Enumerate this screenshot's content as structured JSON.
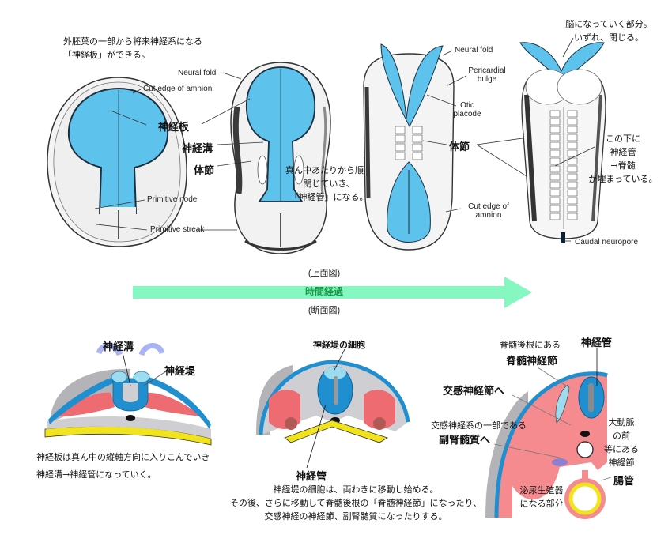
{
  "colors": {
    "neural_blue": "#5ec3ec",
    "arrow_green": "#86f7c0",
    "arrow_text_green": "#179a4a",
    "mesoderm_red": "#ef6b72",
    "ectoderm_blue": "#1f8fcf",
    "endoderm_yellow": "#f2e41c",
    "grey_tissue": "#cfcfd3"
  },
  "top_section": {
    "caption_top_view": "(上面図)",
    "stage1": {
      "note_lines": [
        "外胚葉の一部から将来神経系になる",
        "「神経板」ができる。"
      ],
      "labels": {
        "cut_edge_of_amnion": "Cut edge of amnion",
        "primitive_node": "Primitive node",
        "primitive_streak": "Primitive streak"
      }
    },
    "stage2": {
      "labels": {
        "neural_fold": "Neural fold",
        "neural_plate": "神経板",
        "neural_groove": "神経溝",
        "somite": "体節"
      },
      "note_lines": [
        "真ん中あたりから順次",
        "閉じていき、",
        "「神経管」になる。"
      ]
    },
    "stage3": {
      "labels": {
        "neural_fold": "Neural fold",
        "pericardial_bulge_1": "Pericardial",
        "pericardial_bulge_2": "bulge",
        "otic_placode_1": "Otic",
        "otic_placode_2": "placode",
        "somite": "体節",
        "cut_edge_1": "Cut edge of",
        "cut_edge_2": "amnion"
      }
    },
    "stage4": {
      "note_brain_lines": [
        "脳になっていく部分。",
        "いずれ、閉じる。"
      ],
      "note_tube_lines": [
        "この下に",
        "神経管",
        "→脊髄",
        "が埋まっている。"
      ],
      "labels": {
        "caudal_neuropore": "Caudal neuropore"
      }
    }
  },
  "timeline": {
    "label": "時間経過",
    "caption_cross_section": "(断面図)"
  },
  "bottom_section": {
    "section1": {
      "labels": {
        "neural_groove": "神経溝",
        "neural_crest": "神経堤"
      },
      "note_lines": [
        "神経板は真ん中の縦軸方向に入りこんでいき",
        "神経溝→神経管になっていく。"
      ]
    },
    "section2": {
      "labels": {
        "neural_crest_cells": "神経堤の細胞",
        "neural_tube": "神経管"
      },
      "note_lines": [
        "神経堤の細胞は、両わきに移動し始める。",
        "その後、さらに移動して脊髄後根の「脊髄神経節」になったり、",
        "交感神経の神経節、副腎髄質になったりする。"
      ]
    },
    "section3": {
      "labels": {
        "neural_tube": "神経管",
        "dorsal_root_small": "脊髄後根にある",
        "spinal_ganglion": "脊髄神経節",
        "to_sympathetic_ganglion": "交感神経節へ",
        "sympathetic_part_small": "交感神経系の一部である",
        "to_adrenal_medulla": "副腎髄質へ",
        "aorta_lines": [
          "大動脈",
          "の前",
          "等にある",
          "神経節"
        ],
        "gut_tube": "腸管",
        "urogenital_lines": [
          "泌尿生殖器",
          "になる部分"
        ]
      }
    }
  }
}
